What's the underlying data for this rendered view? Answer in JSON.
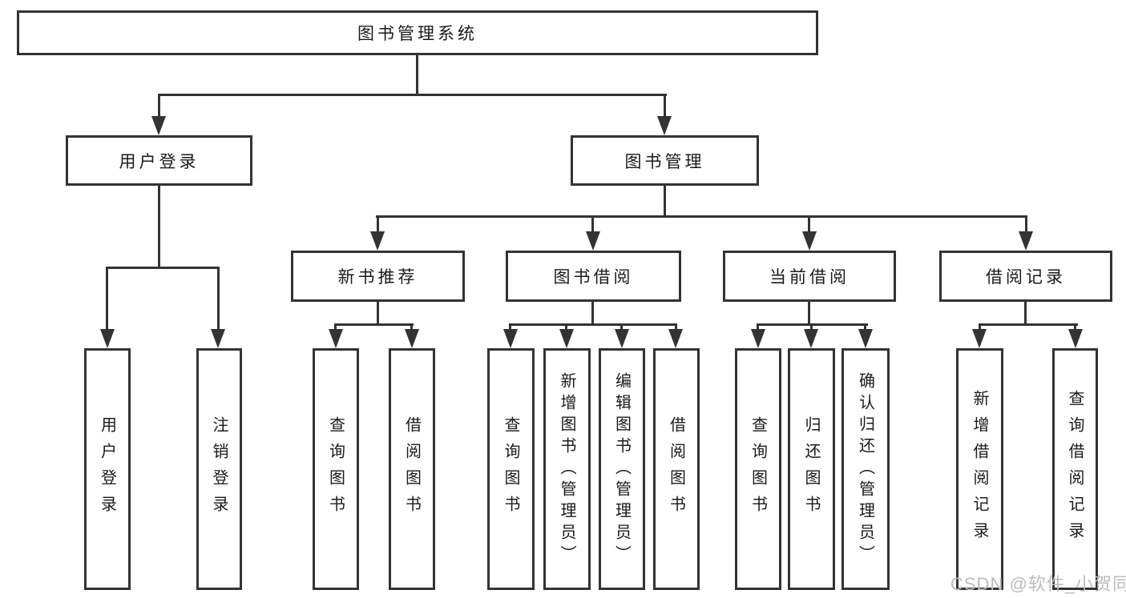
{
  "chart": {
    "root": "图书管理系统",
    "branches": [
      {
        "label": "用户登录",
        "children": [
          "用户登录",
          "注销登录"
        ]
      },
      {
        "label": "图书管理",
        "sections": [
          {
            "label": "新书推荐",
            "children": [
              "查询图书",
              "借阅图书"
            ]
          },
          {
            "label": "图书借阅",
            "children": [
              "查询图书",
              "新增图书（管理员）",
              "编辑图书（管理员）",
              "借阅图书"
            ]
          },
          {
            "label": "当前借阅",
            "children": [
              "查询图书",
              "归还图书",
              "确认归还（管理员）"
            ]
          },
          {
            "label": "借阅记录",
            "children": [
              "新增借阅记录",
              "查询借阅记录"
            ]
          }
        ]
      }
    ],
    "watermark": "CSDN @软件_小贺同学",
    "colors": {
      "line": "#333333",
      "text": "#1a1a1a",
      "watermark": "#bcbcbc",
      "background": "#ffffff"
    }
  }
}
